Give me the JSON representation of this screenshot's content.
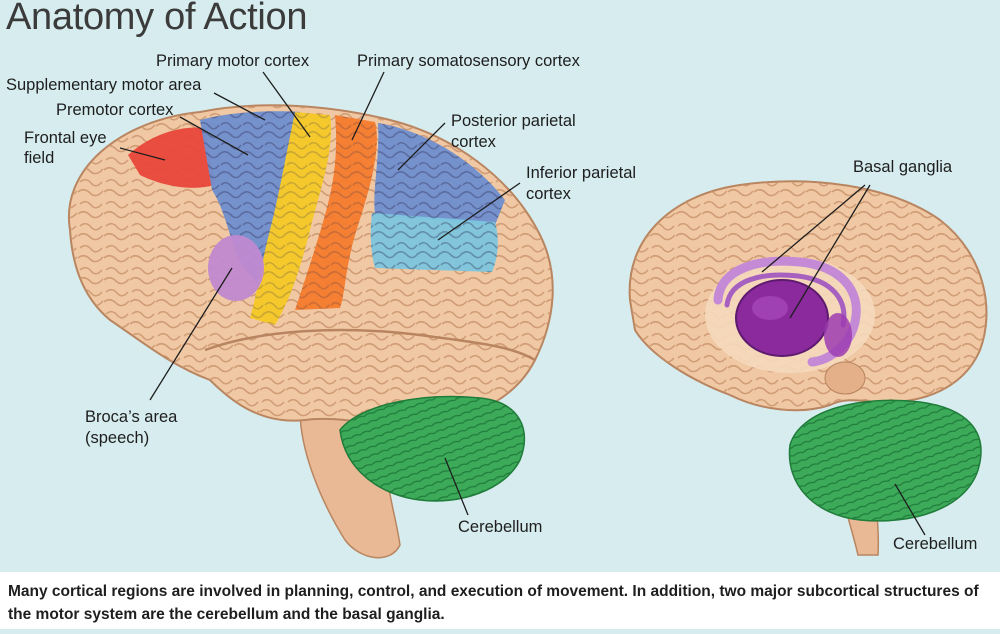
{
  "title": "Anatomy of Action",
  "labels": {
    "primary_motor_cortex": "Primary motor cortex",
    "primary_somatosensory_cortex": "Primary somatosensory cortex",
    "supplementary_motor_area": "Supplementary motor area",
    "premotor_cortex": "Premotor cortex",
    "frontal_eye_field_line1": "Frontal eye",
    "frontal_eye_field_line2": "field",
    "posterior_parietal_line1": "Posterior parietal",
    "posterior_parietal_line2": "cortex",
    "inferior_parietal_line1": "Inferior parietal",
    "inferior_parietal_line2": "cortex",
    "brocas_area_line1": "Broca’s area",
    "brocas_area_line2": "(speech)",
    "cerebellum_left": "Cerebellum",
    "basal_ganglia": "Basal ganglia",
    "cerebellum_right": "Cerebellum"
  },
  "caption": "Many cortical regions are involved in planning, control, and execution of movement. In addition, two major subcortical structures of the motor system are the cerebellum and the basal ganglia.",
  "colors": {
    "background": "#d6ecee",
    "brain": "#f0c9a4",
    "frontal_eye_field": "#e8473a",
    "premotor_blue": "#6f8fd0",
    "primary_motor_yellow": "#f5c92a",
    "somatosensory_orange": "#f47b2c",
    "inferior_parietal_cyan": "#7cc6de",
    "brocas_purple": "#c08ad0",
    "cerebellum_green": "#3daa5a",
    "basal_ganglia_purple": "#8a2a9c"
  }
}
